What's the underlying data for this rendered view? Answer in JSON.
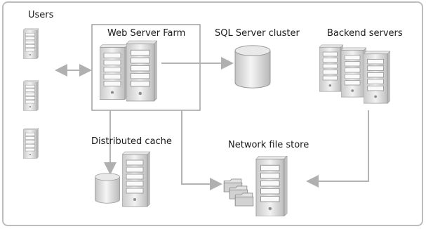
{
  "labels": {
    "users": "Users",
    "web_farm": "Web Server Farm",
    "sql_cluster": "SQL Server cluster",
    "backend": "Backend servers",
    "dist_cache": "Distributed cache",
    "file_store": "Network file store"
  },
  "colors": {
    "frame": "#bdbdbd",
    "tower_body": "#dcdcdc",
    "tower_edge": "#9a9a9a",
    "arrow": "#b3b3b3"
  },
  "icons": {
    "server": "server-tower-icon",
    "database": "database-cylinder-icon",
    "folder": "folder-icon"
  }
}
